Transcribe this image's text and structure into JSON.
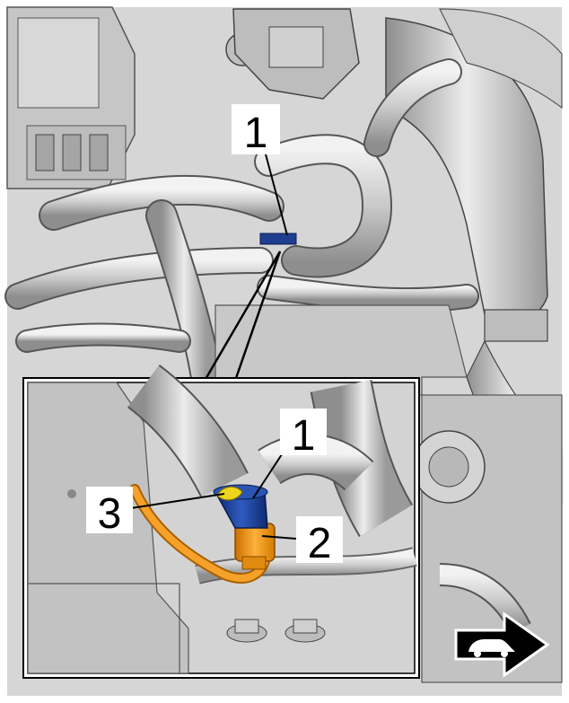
{
  "callouts": {
    "main_1": "1",
    "inset_1": "1",
    "inset_2": "2",
    "inset_3": "3"
  },
  "direction_icon": "vehicle-forward-arrow-icon",
  "colors": {
    "background": "#d9d9d9",
    "hose": "#c4c4c4",
    "blue_part": "#1e3f8f",
    "orange_part": "#f09a1a",
    "yellow_part": "#e8d21a",
    "border": "#000000"
  }
}
